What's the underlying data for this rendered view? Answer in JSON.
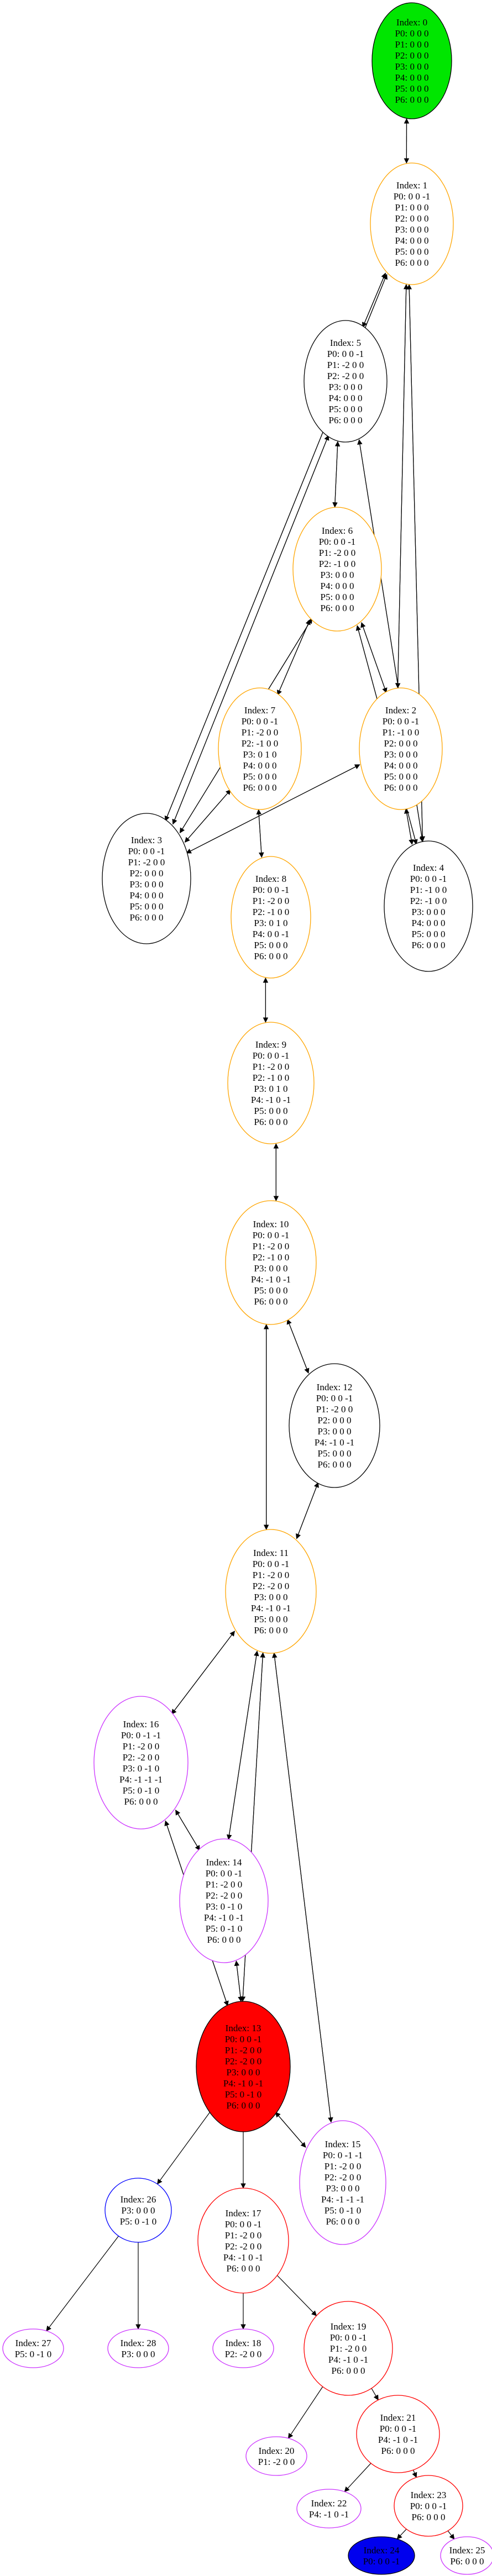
{
  "colors": {
    "green": "#00e600",
    "orange": "#ffa500",
    "black": "#000000",
    "violet": "#cc33ff",
    "red": "#ff0000",
    "blue": "#0000ff",
    "red_fill": "#ff0000",
    "blue_fill": "#0000ee",
    "green_fill": "#00e600"
  },
  "nodes": [
    {
      "id": "n0",
      "lines": [
        "Index: 0",
        "P0: 0 0 0",
        "P1: 0 0 0",
        "P2: 0 0 0",
        "P3: 0 0 0",
        "P4: 0 0 0",
        "P5: 0 0 0",
        "P6: 0 0 0"
      ],
      "stroke": "black",
      "fill": "green_fill"
    },
    {
      "id": "n1",
      "lines": [
        "Index: 1",
        "P0: 0 0 -1",
        "P1: 0 0 0",
        "P2: 0 0 0",
        "P3: 0 0 0",
        "P4: 0 0 0",
        "P5: 0 0 0",
        "P6: 0 0 0"
      ],
      "stroke": "orange",
      "fill": "none"
    },
    {
      "id": "n5",
      "lines": [
        "Index: 5",
        "P0: 0 0 -1",
        "P1: -2 0 0",
        "P2: -2 0 0",
        "P3: 0 0 0",
        "P4: 0 0 0",
        "P5: 0 0 0",
        "P6: 0 0 0"
      ],
      "stroke": "black",
      "fill": "none"
    },
    {
      "id": "n6",
      "lines": [
        "Index: 6",
        "P0: 0 0 -1",
        "P1: -2 0 0",
        "P2: -1 0 0",
        "P3: 0 0 0",
        "P4: 0 0 0",
        "P5: 0 0 0",
        "P6: 0 0 0"
      ],
      "stroke": "orange",
      "fill": "none"
    },
    {
      "id": "n7",
      "lines": [
        "Index: 7",
        "P0: 0 0 -1",
        "P1: -2 0 0",
        "P2: -1 0 0",
        "P3: 0 1 0",
        "P4: 0 0 0",
        "P5: 0 0 0",
        "P6: 0 0 0"
      ],
      "stroke": "orange",
      "fill": "none"
    },
    {
      "id": "n2",
      "lines": [
        "Index: 2",
        "P0: 0 0 -1",
        "P1: -1 0 0",
        "P2: 0 0 0",
        "P3: 0 0 0",
        "P4: 0 0 0",
        "P5: 0 0 0",
        "P6: 0 0 0"
      ],
      "stroke": "orange",
      "fill": "none"
    },
    {
      "id": "n3",
      "lines": [
        "Index: 3",
        "P0: 0 0 -1",
        "P1: -2 0 0",
        "P2: 0 0 0",
        "P3: 0 0 0",
        "P4: 0 0 0",
        "P5: 0 0 0",
        "P6: 0 0 0"
      ],
      "stroke": "black",
      "fill": "none"
    },
    {
      "id": "n8",
      "lines": [
        "Index: 8",
        "P0: 0 0 -1",
        "P1: -2 0 0",
        "P2: -1 0 0",
        "P3: 0 1 0",
        "P4: 0 0 -1",
        "P5: 0 0 0",
        "P6: 0 0 0"
      ],
      "stroke": "orange",
      "fill": "none"
    },
    {
      "id": "n4",
      "lines": [
        "Index: 4",
        "P0: 0 0 -1",
        "P1: -1 0 0",
        "P2: -1 0 0",
        "P3: 0 0 0",
        "P4: 0 0 0",
        "P5: 0 0 0",
        "P6: 0 0 0"
      ],
      "stroke": "black",
      "fill": "none"
    },
    {
      "id": "n9",
      "lines": [
        "Index: 9",
        "P0: 0 0 -1",
        "P1: -2 0 0",
        "P2: -1 0 0",
        "P3: 0 1 0",
        "P4: -1 0 -1",
        "P5: 0 0 0",
        "P6: 0 0 0"
      ],
      "stroke": "orange",
      "fill": "none"
    },
    {
      "id": "n10",
      "lines": [
        "Index: 10",
        "P0: 0 0 -1",
        "P1: -2 0 0",
        "P2: -1 0 0",
        "P3: 0 0 0",
        "P4: -1 0 -1",
        "P5: 0 0 0",
        "P6: 0 0 0"
      ],
      "stroke": "orange",
      "fill": "none"
    },
    {
      "id": "n12",
      "lines": [
        "Index: 12",
        "P0: 0 0 -1",
        "P1: -2 0 0",
        "P2: 0 0 0",
        "P3: 0 0 0",
        "P4: -1 0 -1",
        "P5: 0 0 0",
        "P6: 0 0 0"
      ],
      "stroke": "black",
      "fill": "none"
    },
    {
      "id": "n11",
      "lines": [
        "Index: 11",
        "P0: 0 0 -1",
        "P1: -2 0 0",
        "P2: -2 0 0",
        "P3: 0 0 0",
        "P4: -1 0 -1",
        "P5: 0 0 0",
        "P6: 0 0 0"
      ],
      "stroke": "orange",
      "fill": "none"
    },
    {
      "id": "n16",
      "lines": [
        "Index: 16",
        "P0: 0 -1 -1",
        "P1: -2 0 0",
        "P2: -2 0 0",
        "P3: 0 -1 0",
        "P4: -1 -1 -1",
        "P5: 0 -1 0",
        "P6: 0 0 0"
      ],
      "stroke": "violet",
      "fill": "none"
    },
    {
      "id": "n14",
      "lines": [
        "Index: 14",
        "P0: 0 0 -1",
        "P1: -2 0 0",
        "P2: -2 0 0",
        "P3: 0 -1 0",
        "P4: -1 0 -1",
        "P5: 0 -1 0",
        "P6: 0 0 0"
      ],
      "stroke": "violet",
      "fill": "none"
    },
    {
      "id": "n13",
      "lines": [
        "Index: 13",
        "P0: 0 0 -1",
        "P1: -2 0 0",
        "P2: -2 0 0",
        "P3: 0 0 0",
        "P4: -1 0 -1",
        "P5: 0 -1 0",
        "P6: 0 0 0"
      ],
      "stroke": "black",
      "fill": "red_fill"
    },
    {
      "id": "n15",
      "lines": [
        "Index: 15",
        "P0: 0 -1 -1",
        "P1: -2 0 0",
        "P2: -2 0 0",
        "P3: 0 0 0",
        "P4: -1 -1 -1",
        "P5: 0 -1 0",
        "P6: 0 0 0"
      ],
      "stroke": "violet",
      "fill": "none"
    },
    {
      "id": "n26",
      "lines": [
        "Index: 26",
        "P3: 0 0 0",
        "P5: 0 -1 0"
      ],
      "stroke": "blue",
      "fill": "none"
    },
    {
      "id": "n17",
      "lines": [
        "Index: 17",
        "P0: 0 0 -1",
        "P1: -2 0 0",
        "P2: -2 0 0",
        "P4: -1 0 -1",
        "P6: 0 0 0"
      ],
      "stroke": "red",
      "fill": "none"
    },
    {
      "id": "n27",
      "lines": [
        "Index: 27",
        "P5: 0 -1 0"
      ],
      "stroke": "violet",
      "fill": "none"
    },
    {
      "id": "n28",
      "lines": [
        "Index: 28",
        "P3: 0 0 0"
      ],
      "stroke": "violet",
      "fill": "none"
    },
    {
      "id": "n18",
      "lines": [
        "Index: 18",
        "P2: -2 0 0"
      ],
      "stroke": "violet",
      "fill": "none"
    },
    {
      "id": "n19",
      "lines": [
        "Index: 19",
        "P0: 0 0 -1",
        "P1: -2 0 0",
        "P4: -1 0 -1",
        "P6: 0 0 0"
      ],
      "stroke": "red",
      "fill": "none"
    },
    {
      "id": "n20",
      "lines": [
        "Index: 20",
        "P1: -2 0 0"
      ],
      "stroke": "violet",
      "fill": "none"
    },
    {
      "id": "n21",
      "lines": [
        "Index: 21",
        "P0: 0 0 -1",
        "P4: -1 0 -1",
        "P6: 0 0 0"
      ],
      "stroke": "red",
      "fill": "none"
    },
    {
      "id": "n22",
      "lines": [
        "Index: 22",
        "P4: -1 0 -1"
      ],
      "stroke": "violet",
      "fill": "none"
    },
    {
      "id": "n23",
      "lines": [
        "Index: 23",
        "P0: 0 0 -1",
        "P6: 0 0 0"
      ],
      "stroke": "red",
      "fill": "none"
    },
    {
      "id": "n24",
      "lines": [
        "Index: 24",
        "P0: 0 0 -1"
      ],
      "stroke": "black",
      "fill": "blue_fill"
    },
    {
      "id": "n25",
      "lines": [
        "Index: 25",
        "P6: 0 0 0"
      ],
      "stroke": "violet",
      "fill": "none"
    }
  ],
  "edges": [
    [
      "n0",
      "n1"
    ],
    [
      "n1",
      "n0"
    ],
    [
      "n1",
      "n5"
    ],
    [
      "n5",
      "n1"
    ],
    [
      "n1",
      "n2"
    ],
    [
      "n2",
      "n1"
    ],
    [
      "n1",
      "n3"
    ],
    [
      "n3",
      "n1"
    ],
    [
      "n1",
      "n4"
    ],
    [
      "n4",
      "n1"
    ],
    [
      "n5",
      "n6"
    ],
    [
      "n6",
      "n5"
    ],
    [
      "n5",
      "n3"
    ],
    [
      "n3",
      "n5"
    ],
    [
      "n5",
      "n4"
    ],
    [
      "n4",
      "n5"
    ],
    [
      "n6",
      "n7"
    ],
    [
      "n7",
      "n6"
    ],
    [
      "n6",
      "n2"
    ],
    [
      "n2",
      "n6"
    ],
    [
      "n6",
      "n3"
    ],
    [
      "n3",
      "n6"
    ],
    [
      "n6",
      "n4"
    ],
    [
      "n4",
      "n6"
    ],
    [
      "n7",
      "n8"
    ],
    [
      "n8",
      "n7"
    ],
    [
      "n7",
      "n3"
    ],
    [
      "n3",
      "n7"
    ],
    [
      "n2",
      "n4"
    ],
    [
      "n4",
      "n2"
    ],
    [
      "n2",
      "n3"
    ],
    [
      "n3",
      "n2"
    ],
    [
      "n8",
      "n9"
    ],
    [
      "n9",
      "n8"
    ],
    [
      "n9",
      "n10"
    ],
    [
      "n10",
      "n9"
    ],
    [
      "n10",
      "n12"
    ],
    [
      "n12",
      "n10"
    ],
    [
      "n10",
      "n11"
    ],
    [
      "n11",
      "n10"
    ],
    [
      "n12",
      "n11"
    ],
    [
      "n11",
      "n12"
    ],
    [
      "n11",
      "n16"
    ],
    [
      "n16",
      "n11"
    ],
    [
      "n11",
      "n14"
    ],
    [
      "n14",
      "n11"
    ],
    [
      "n11",
      "n13"
    ],
    [
      "n13",
      "n11"
    ],
    [
      "n11",
      "n15"
    ],
    [
      "n15",
      "n11"
    ],
    [
      "n16",
      "n14"
    ],
    [
      "n14",
      "n16"
    ],
    [
      "n16",
      "n13"
    ],
    [
      "n13",
      "n16"
    ],
    [
      "n14",
      "n13"
    ],
    [
      "n13",
      "n14"
    ],
    [
      "n13",
      "n15"
    ],
    [
      "n15",
      "n13"
    ],
    [
      "n13",
      "n26"
    ],
    [
      "n13",
      "n17"
    ],
    [
      "n26",
      "n27"
    ],
    [
      "n26",
      "n28"
    ],
    [
      "n17",
      "n18"
    ],
    [
      "n17",
      "n19"
    ],
    [
      "n19",
      "n20"
    ],
    [
      "n19",
      "n21"
    ],
    [
      "n21",
      "n22"
    ],
    [
      "n21",
      "n23"
    ],
    [
      "n23",
      "n24"
    ],
    [
      "n23",
      "n25"
    ]
  ]
}
